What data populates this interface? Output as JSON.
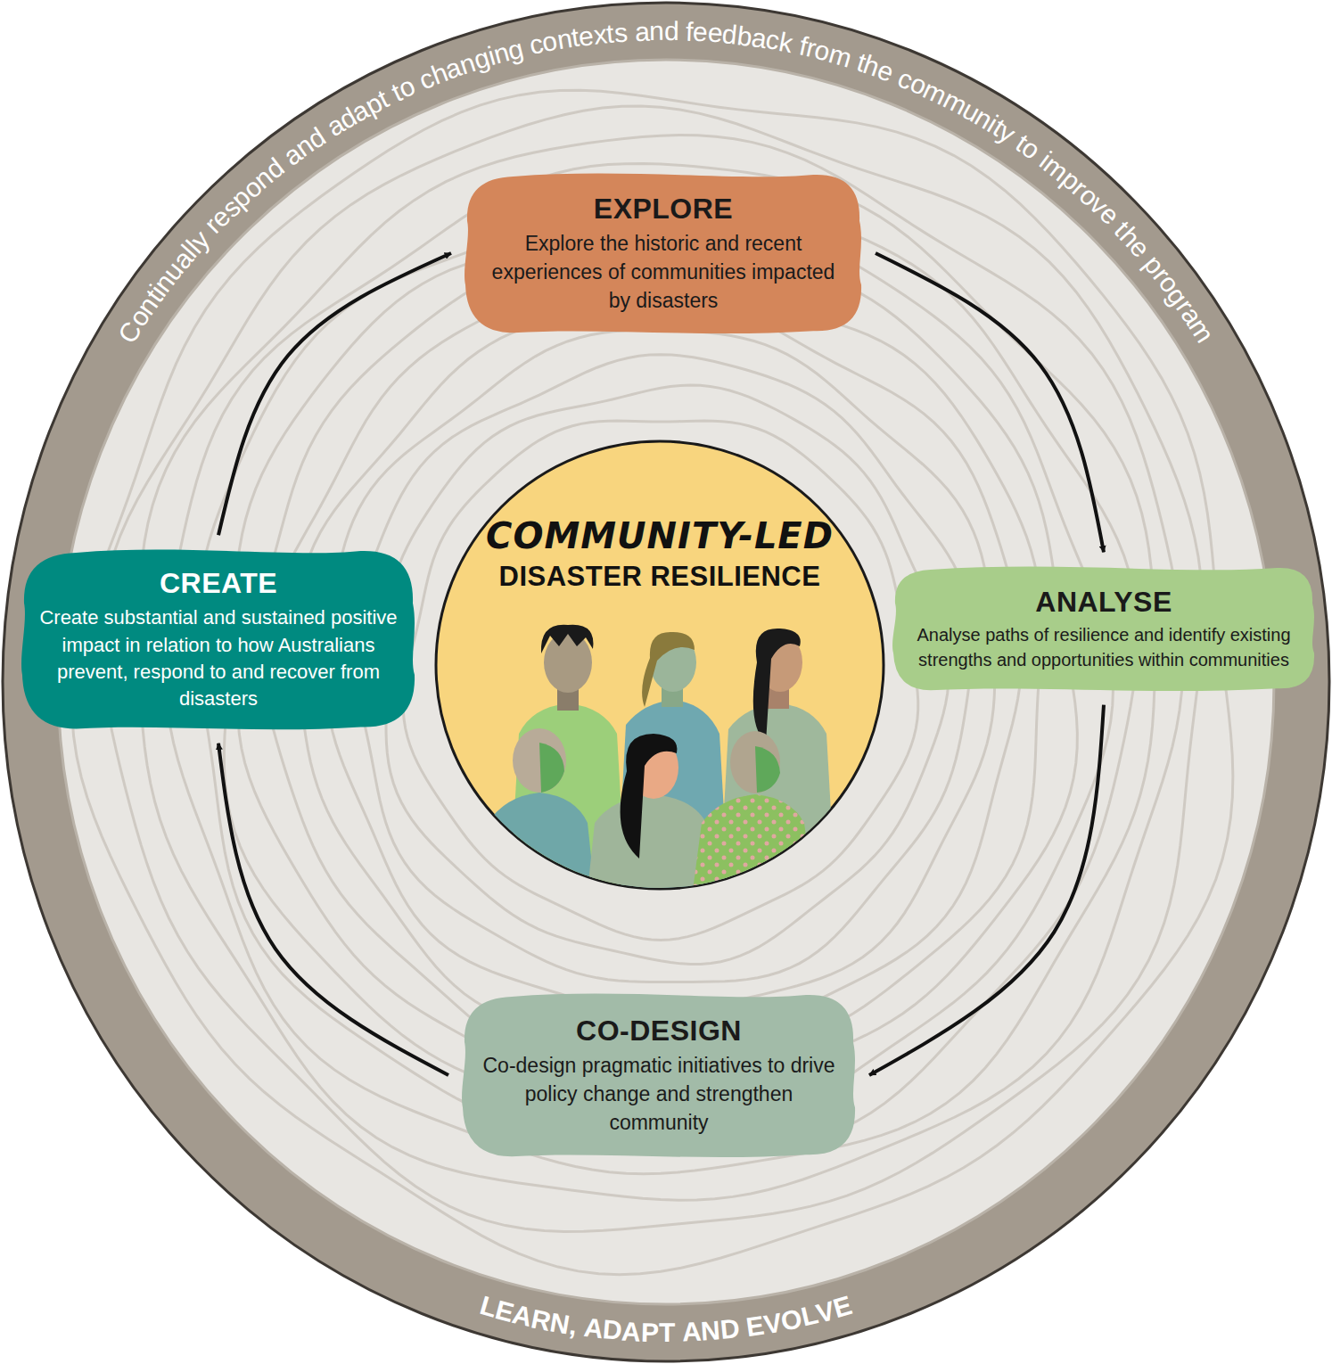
{
  "diagram": {
    "nodes": [
      {
        "text": [
          "Continually respond and adapt to changing contexts and feedback from the community to improve the program",
          "LEARN, ADAPT AND EVOLVE"
        ]
      },
      {
        "text": [
          "COMMUNITY-LED",
          "DISASTER RESILIENCE"
        ],
        "in": 0
      },
      {
        "text": [
          "EXPLORE",
          "Explore the historic and recent experiences of communities impacted by disasters"
        ],
        "in": 0
      },
      {
        "text": [
          "ANALYSE",
          "Analyse paths of resilience and identify existing strengths and opportunities within communities"
        ],
        "in": 0
      },
      {
        "text": [
          "CO-DESIGN",
          "Co-design pragmatic initiatives to drive policy change and strengthen community"
        ],
        "in": 0
      },
      {
        "text": [
          "CREATE",
          "Create substantial and sustained positive impact in relation to how Australians prevent, respond to and recover from disasters"
        ],
        "in": 0
      }
    ],
    "edges": [
      {
        "from": 2,
        "to": 3,
        "arrow": "to"
      },
      {
        "from": 3,
        "to": 4,
        "arrow": "to"
      },
      {
        "from": 4,
        "to": 5,
        "arrow": "to"
      },
      {
        "from": 5,
        "to": 2,
        "arrow": "to"
      }
    ]
  }
}
